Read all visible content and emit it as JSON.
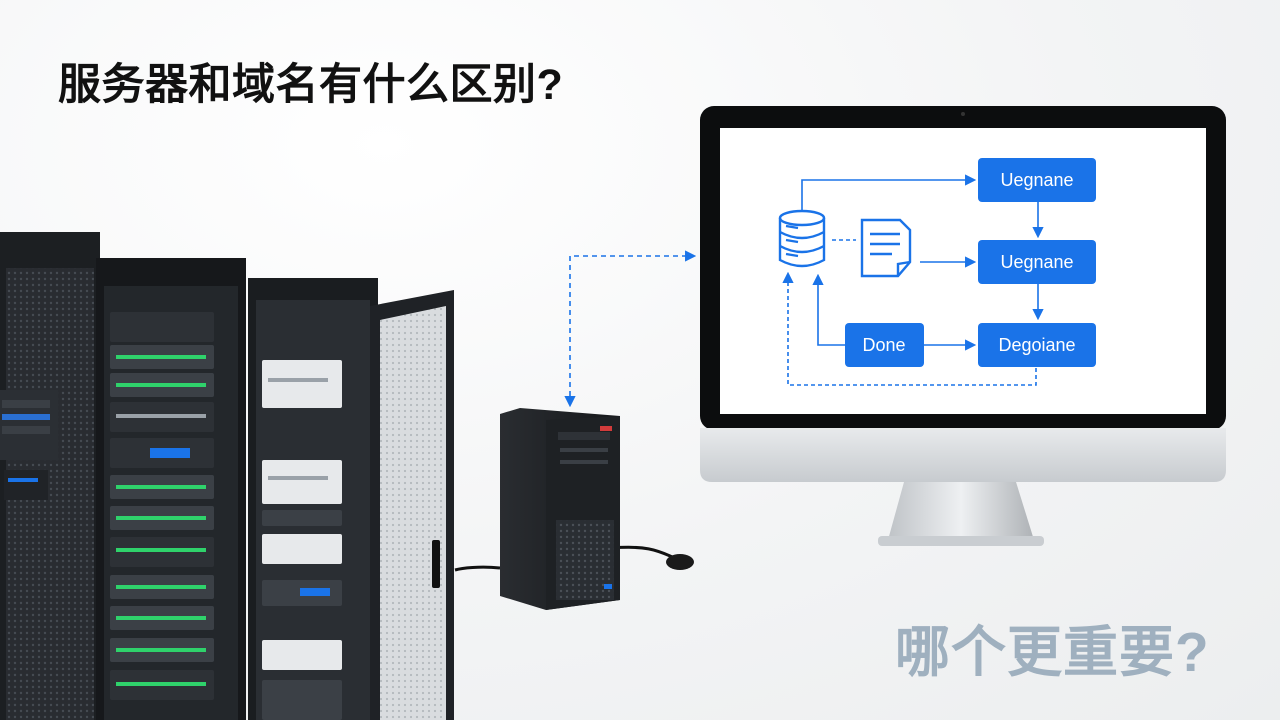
{
  "title": "服务器和域名有什么区别?",
  "subtitle": "哪个更重要?",
  "screen": {
    "boxes": [
      "Uegnane",
      "Uegnane",
      "Done",
      "Degoiane"
    ]
  },
  "colors": {
    "accent_blue": "#1a73e8",
    "title_text": "#111111",
    "subtitle_text": "#9fb0bf",
    "rack_dark": "#1c1f22",
    "led_green": "#2fd26b"
  },
  "icons": [
    "database-icon",
    "document-icon"
  ]
}
